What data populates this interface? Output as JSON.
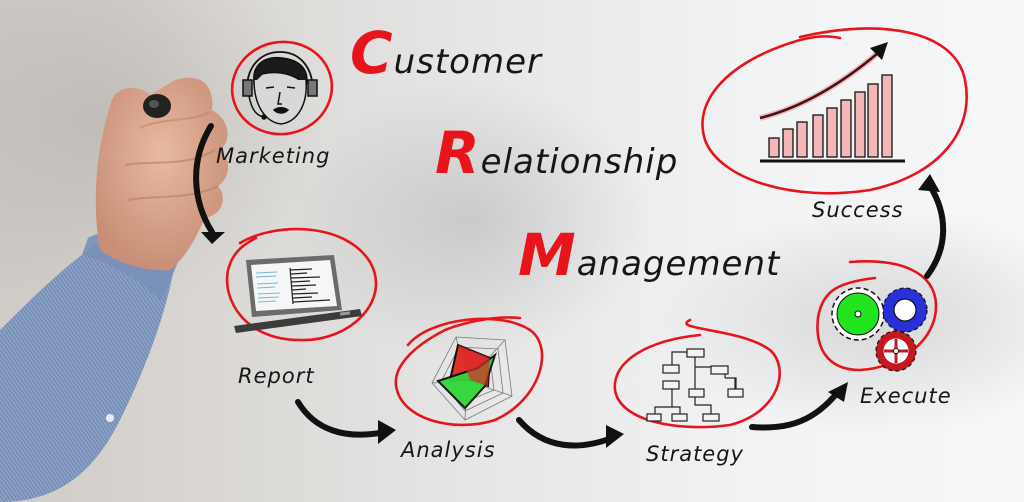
{
  "title": {
    "words": [
      {
        "initial": "C",
        "rest": "ustomer"
      },
      {
        "initial": "R",
        "rest": "elationship"
      },
      {
        "initial": "M",
        "rest": "anagement"
      }
    ]
  },
  "steps": [
    {
      "label": "Marketing",
      "icon": "headset-person-icon"
    },
    {
      "label": "Report",
      "icon": "laptop-icon"
    },
    {
      "label": "Analysis",
      "icon": "radar-chart-icon"
    },
    {
      "label": "Strategy",
      "icon": "org-chart-icon"
    },
    {
      "label": "Execute",
      "icon": "gears-icon"
    },
    {
      "label": "Success",
      "icon": "growth-bar-chart-icon"
    }
  ],
  "colors": {
    "accent_red": "#e8141c",
    "ink": "#161616",
    "gear_green": "#22e41e",
    "gear_blue": "#2b2fd8",
    "gear_red": "#c4181c",
    "shirt_blue": "#7f97bd",
    "skin": "#d9a48c"
  }
}
